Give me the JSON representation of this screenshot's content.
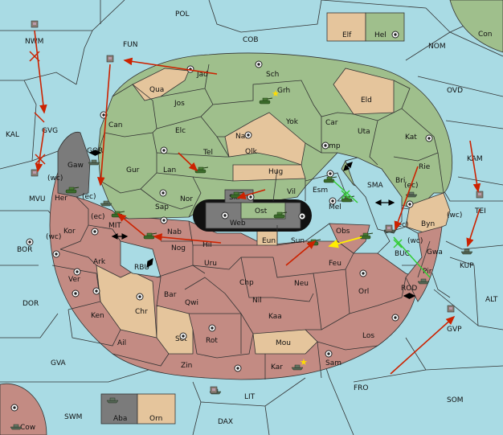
{
  "colors": {
    "sea": "#a9dbe4",
    "green_power": "#9fbf8c",
    "red_power": "#c38b83",
    "neutral": "#e5c59c",
    "impassable": "#7b7b7b",
    "move_order": "#cc2200",
    "support_order": "#ffee00",
    "cut_marker": "#33cc33"
  },
  "sea_labels": [
    "POL",
    "COB",
    "FUN",
    "NOM",
    "NWM",
    "KAL",
    "GVG",
    "GOR",
    "MVU",
    "OVD",
    "KAM",
    "SMA",
    "BOR",
    "MIT",
    "RBU",
    "BUC",
    "TEI",
    "KUP",
    "ROD",
    "DOR",
    "ALT",
    "GVP",
    "GVA",
    "FRO",
    "SOM",
    "LIT",
    "SWM",
    "DAX",
    "Con",
    "Cow"
  ],
  "province_labels": [
    "Jad",
    "Sch",
    "Qua",
    "Jos",
    "Grh",
    "Eld",
    "Can",
    "Elc",
    "Nar",
    "Yok",
    "Car",
    "Uta",
    "Kat",
    "Tel",
    "Olk",
    "Amp",
    "Gur",
    "Lan",
    "Hug",
    "Rie",
    "Gaw",
    "Vil",
    "Esm",
    "Bri",
    "Nor",
    "Skr",
    "Ost",
    "Sap",
    "Mel",
    "Her",
    "Web",
    "Byn",
    "Kor",
    "Nab",
    "Eun",
    "Obs",
    "Hil",
    "Sun",
    "Gwa",
    "Nog",
    "Uru",
    "Feu",
    "Pir",
    "Ark",
    "Ver",
    "Chp",
    "Neu",
    "Bar",
    "Qwi",
    "Orl",
    "Nil",
    "Chr",
    "Ken",
    "Kaa",
    "Sot",
    "Rot",
    "Los",
    "Ail",
    "Mou",
    "Zin",
    "Kar",
    "Sam"
  ],
  "legend_boxes": [
    "Elf",
    "Hel",
    "Aba",
    "Orn"
  ],
  "coast_tags": [
    "(wc)",
    "(ec)",
    "(ec)",
    "(wc)",
    "(ec)",
    "(wc)",
    "(wc)",
    "(ec)"
  ]
}
